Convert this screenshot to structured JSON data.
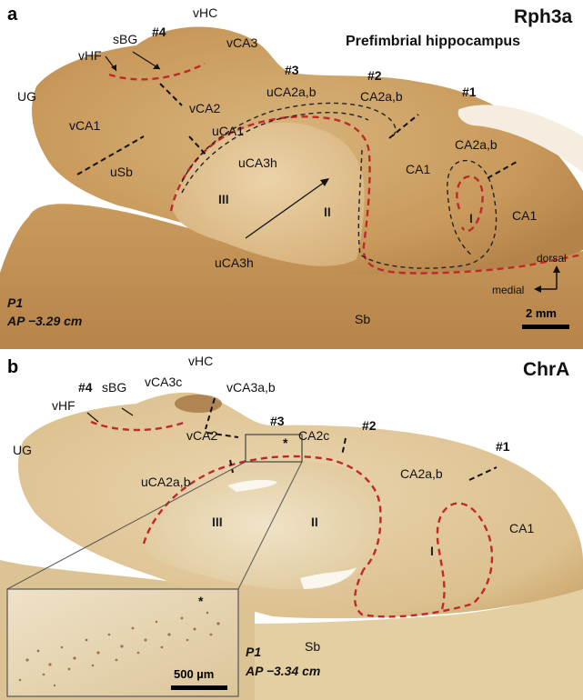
{
  "panel_a": {
    "letter": "a",
    "stain": "Rph3a",
    "region": "Prefimbrial hippocampus",
    "age": "P1",
    "ap": "AP −3.29 cm",
    "scale_label": "2 mm",
    "compass": {
      "dorsal": "dorsal",
      "medial": "medial"
    },
    "labels": {
      "vHC": "vHC",
      "sBG": "sBG",
      "vHF": "vHF",
      "vCA3": "vCA3",
      "UG": "UG",
      "vCA1": "vCA1",
      "vCA2": "vCA2",
      "uCA1": "uCA1",
      "uSb": "uSb",
      "uCA2ab": "uCA2a,b",
      "CA2ab_2": "CA2a,b",
      "CA2ab_1": "CA2a,b",
      "uCA3h_in": "uCA3h",
      "uCA3h_out": "uCA3h",
      "CA1_mid": "CA1",
      "CA1_right": "CA1",
      "Sb": "Sb"
    },
    "sectors": {
      "s4": "#4",
      "s3": "#3",
      "s2": "#2",
      "s1": "#1"
    },
    "zones": {
      "z1": "I",
      "z2": "II",
      "z3": "III"
    }
  },
  "panel_b": {
    "letter": "b",
    "stain": "ChrA",
    "age": "P1",
    "ap": "AP −3.34 cm",
    "scale_label": "500 µm",
    "asterisk": "*",
    "labels": {
      "vHC": "vHC",
      "sBG": "sBG",
      "vCA3c": "vCA3c",
      "vCA3ab": "vCA3a,b",
      "vHF": "vHF",
      "UG": "UG",
      "vCA2": "vCA2",
      "CA2c": "CA2c",
      "uCA2ab": "uCA2a,b",
      "CA2ab": "CA2a,b",
      "CA1": "CA1",
      "Sb": "Sb"
    },
    "sectors": {
      "s4": "#4",
      "s3": "#3",
      "s2": "#2",
      "s1": "#1"
    },
    "zones": {
      "z1": "I",
      "z2": "II",
      "z3": "III"
    }
  },
  "colors": {
    "tissue_dark": "#b98a4e",
    "tissue_mid": "#cfa56b",
    "tissue_light": "#e6cfa4",
    "boundary_red": "#c0282b",
    "boundary_black": "#222222"
  }
}
